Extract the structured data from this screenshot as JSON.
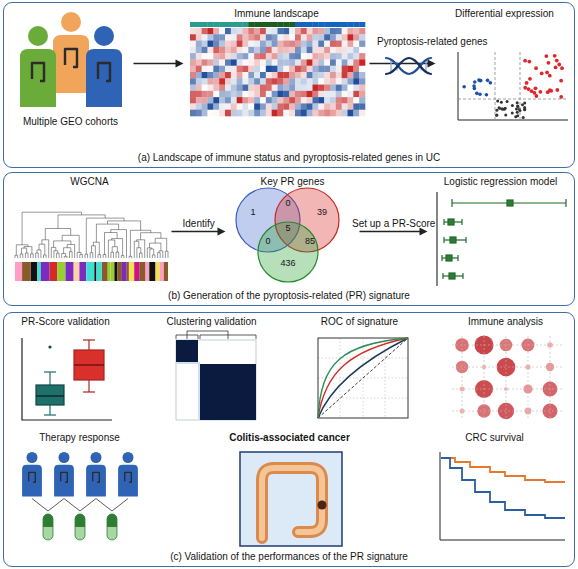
{
  "diagram": {
    "nodes": [
      {
        "text": [
          "(a) Landscape of immune status and pyroptosis-related genes in UC"
        ]
      },
      {
        "text": [
          "Multiple GEO cohorts"
        ],
        "in": 0
      },
      {
        "text": [
          "Immune landscape"
        ],
        "in": 0
      },
      {
        "text": [
          "Differential expression"
        ],
        "in": 0
      },
      {
        "text": [
          "(b) Generation of the pyroptosis-related (PR) signature"
        ]
      },
      {
        "text": [
          "WGCNA"
        ],
        "in": 4
      },
      {
        "text": [
          "Key PR genes"
        ],
        "in": 4
      },
      {
        "text": [
          "Logistic regression model"
        ],
        "in": 4
      },
      {
        "text": [
          "(c) Validation of the performances of the PR signature"
        ]
      },
      {
        "text": [
          "PR-Score validation"
        ],
        "in": 8
      },
      {
        "text": [
          "Clustering validation"
        ],
        "in": 8
      },
      {
        "text": [
          "ROC of signature"
        ],
        "in": 8
      },
      {
        "text": [
          "Immune analysis"
        ],
        "in": 8
      },
      {
        "text": [
          "Therapy response"
        ],
        "in": 8
      },
      {
        "text": [
          "Colitis-associated cancer"
        ],
        "in": 8
      },
      {
        "text": [
          "CRC survival"
        ],
        "in": 8
      }
    ],
    "edges": [
      {
        "from": 1,
        "to": 2,
        "arrow": "to"
      },
      {
        "from": 2,
        "to": 3,
        "label": "Pyroptosis-related genes",
        "arrow": "to"
      },
      {
        "from": 5,
        "to": 6,
        "label": "Identify",
        "arrow": "to"
      },
      {
        "from": 6,
        "to": 7,
        "label": "Set up a PR-Score",
        "arrow": "to"
      }
    ],
    "labels": [
      "1",
      "0",
      "39",
      "5",
      "0",
      "85",
      "436"
    ]
  }
}
